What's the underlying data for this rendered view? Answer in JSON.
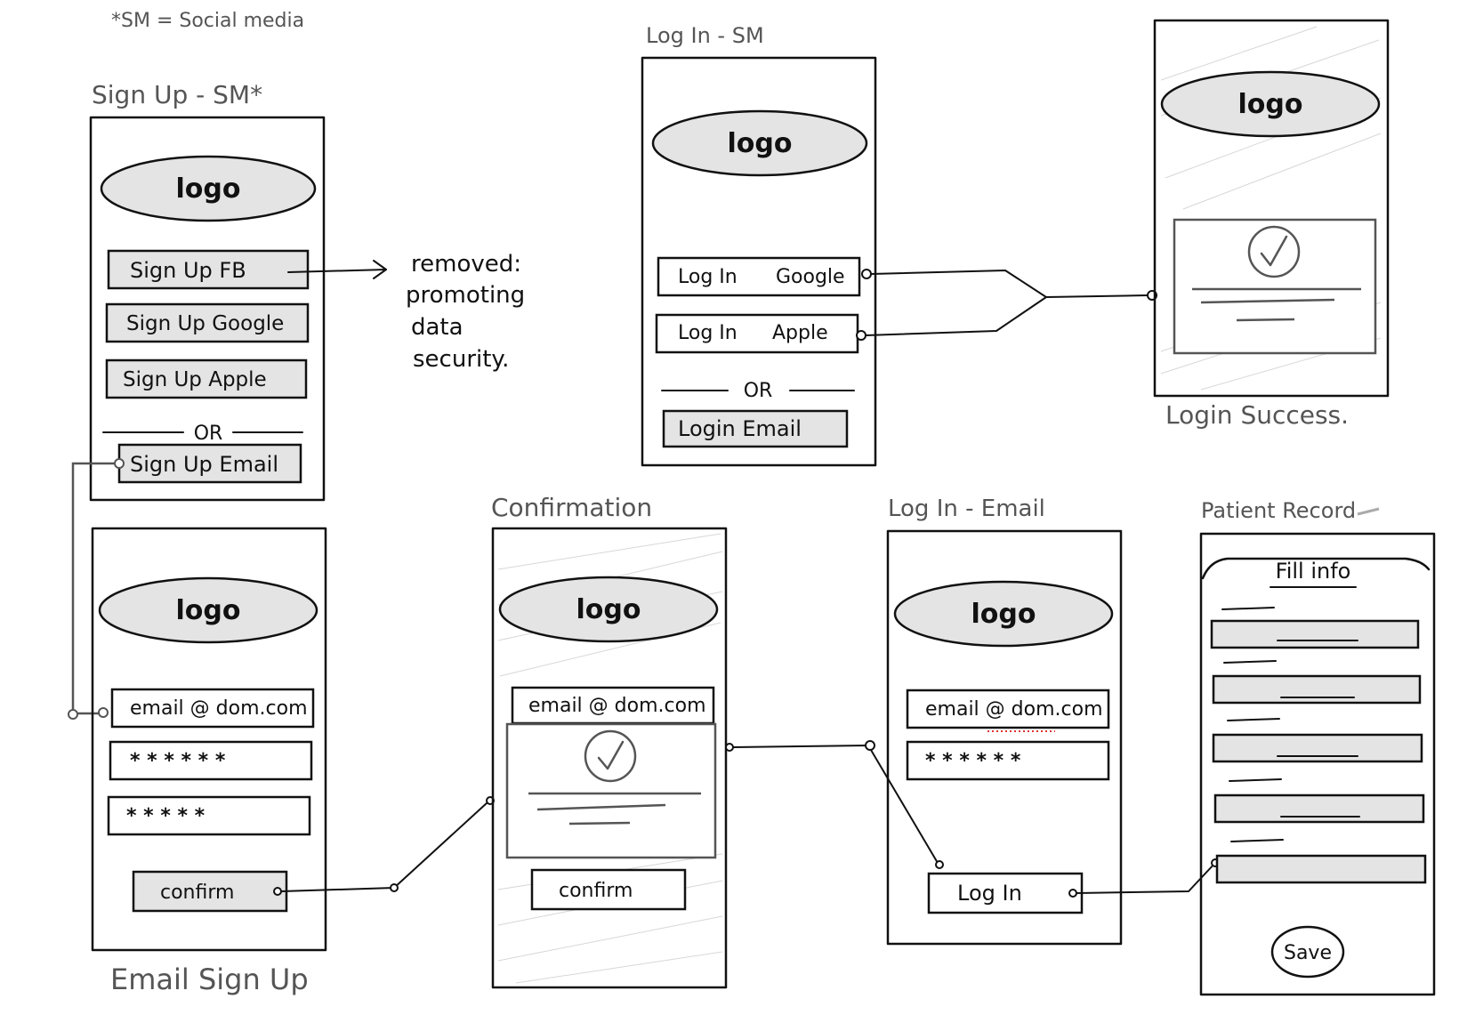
{
  "note": "*SM = Social media",
  "signup_sm": {
    "title": "Sign Up - SM*",
    "logo": "logo",
    "buttons": {
      "fb": "Sign Up FB",
      "google": "Sign Up Google",
      "apple": "Sign Up Apple",
      "email": "Sign Up Email"
    },
    "or": "OR"
  },
  "removed_note": {
    "lines": [
      "removed:",
      "promoting",
      "data",
      "security."
    ]
  },
  "login_sm": {
    "title": "Log In - SM",
    "logo": "logo",
    "google_left": "Log In",
    "google_right": "Google",
    "apple_left": "Log In",
    "apple_right": "Apple",
    "or": "OR",
    "email": "Login Email"
  },
  "login_success": {
    "logo": "logo",
    "caption": "Login Success."
  },
  "email_signup": {
    "logo": "logo",
    "email": "email @ dom.com",
    "password": "* * * * * *",
    "password_confirm": "* * * * *",
    "confirm": "confirm",
    "caption": "Email Sign Up"
  },
  "confirmation": {
    "title": "Confirmation",
    "logo": "logo",
    "email": "email @ dom.com",
    "confirm": "confirm"
  },
  "login_email": {
    "title": "Log In - Email",
    "logo": "logo",
    "email": "email @ dom.com",
    "password": "* * * * * *",
    "login": "Log In"
  },
  "patient_record": {
    "title": "Patient Record",
    "header": "Fill info",
    "save": "Save"
  },
  "icons": {
    "check": "check-circle-icon"
  },
  "colors": {
    "ink": "#111111",
    "fill": "#e4e4e4",
    "pencil": "#555555"
  }
}
